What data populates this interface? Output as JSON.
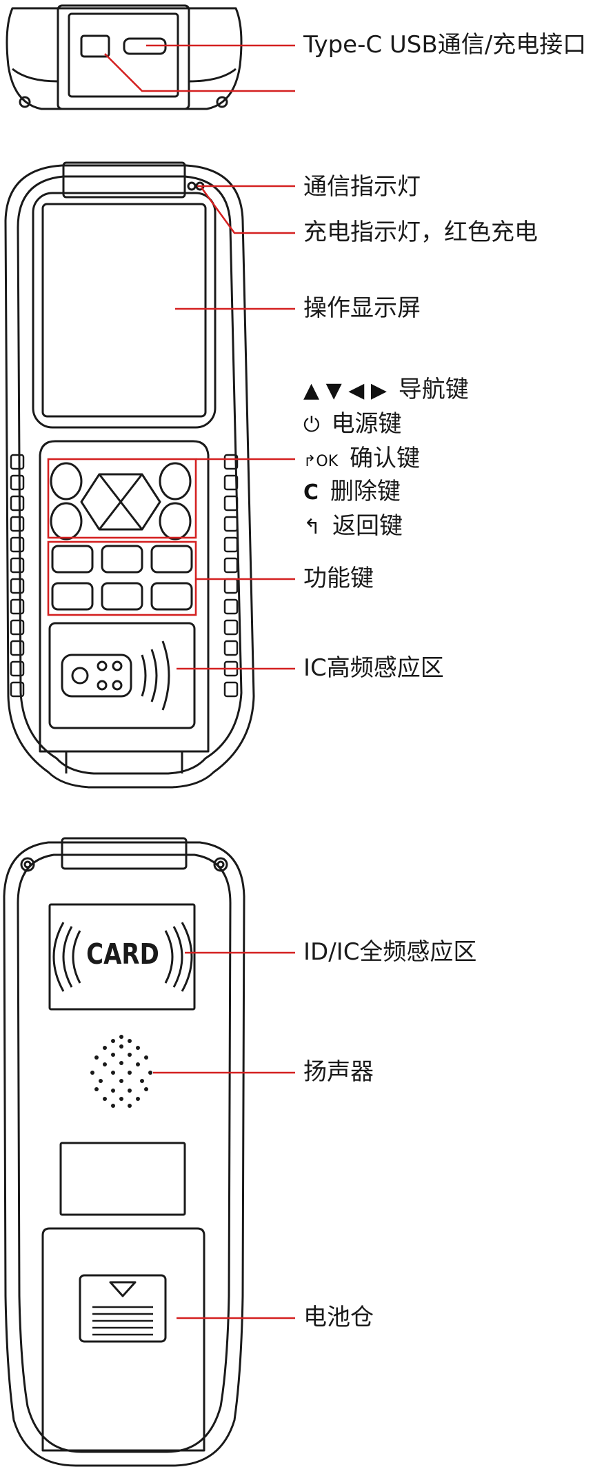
{
  "labels": {
    "usb_port": "Type-C USB通信/充电接口",
    "comm_led": "通信指示灯",
    "charge_led": "充电指示灯，红色充电",
    "screen": "操作显示屏",
    "nav_keys": "导航键",
    "power_key": "电源键",
    "ok_key": "确认键",
    "delete_key": "删除键",
    "back_key": "返回键",
    "function_keys": "功能键",
    "ic_area": "IC高频感应区",
    "idic_area": "ID/IC全频感应区",
    "speaker": "扬声器",
    "battery": "电池仓"
  },
  "key_symbols": {
    "nav": "▲ ▼ ◀ ▶",
    "power": "⏻",
    "ok": "↱OK",
    "delete": "C",
    "back": "↰"
  },
  "card_text": "CARD",
  "colors": {
    "leader": "#d42020",
    "outline": "#1a1a1a"
  }
}
